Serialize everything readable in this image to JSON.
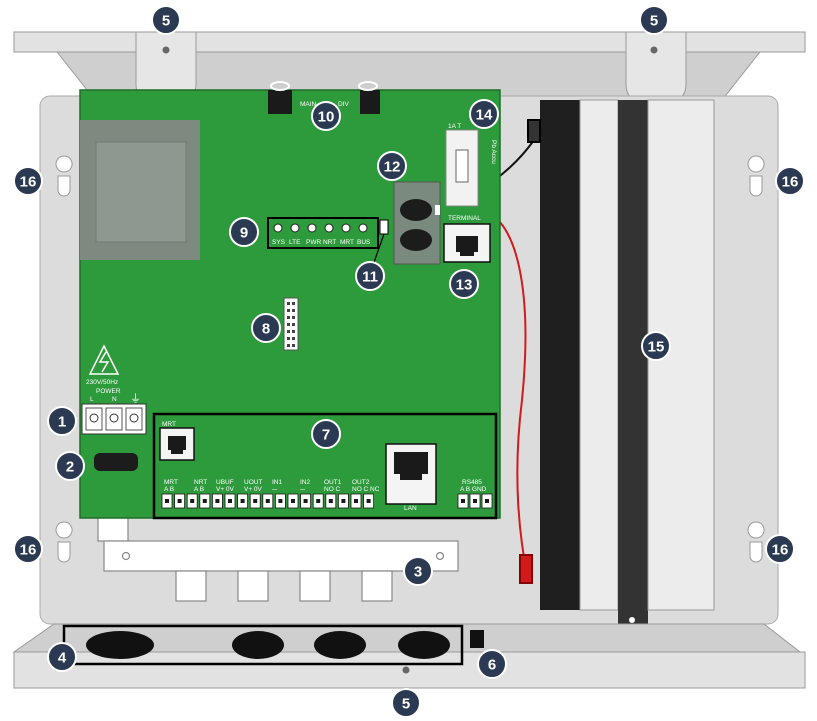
{
  "colors": {
    "pcb": "#2d9a3c",
    "enclosure": "#dcdcdc",
    "callout": "#2b3a52",
    "battery_dark": "#1f1f1f",
    "battery_light": "#ececec",
    "wire_red": "#d11a1a"
  },
  "board": {
    "power_warning_icon": "high-voltage-icon",
    "voltage_label": "230V/50Hz",
    "power_label": "POWER",
    "power_l": "L",
    "power_n": "N",
    "ground_icon": "ground-icon",
    "main_label": "MAIN",
    "div_label": "DIV",
    "fuse_label": "1A T",
    "accu_label": "Pb  Accu",
    "terminal_label": "TERMINAL",
    "mrt_label": "MRT",
    "lan_label": "LAN",
    "rs485_label": "RS485",
    "rs485_pins": "A  B  GND",
    "led_labels": [
      "SYS",
      "LTE",
      "PWR",
      "NRT",
      "MRT",
      "BUS"
    ],
    "io_groups": [
      {
        "name": "MRT",
        "pins": "A  B"
      },
      {
        "name": "NRT",
        "pins": "A  B"
      },
      {
        "name": "UBUF",
        "pins": "V+ 0V"
      },
      {
        "name": "UOUT",
        "pins": "V+ 0V"
      },
      {
        "name": "IN1",
        "pins": "⏤"
      },
      {
        "name": "IN2",
        "pins": "⏤"
      },
      {
        "name": "OUT1",
        "pins": "NO C"
      },
      {
        "name": "OUT2",
        "pins": "NO C NC"
      }
    ]
  },
  "callouts": [
    "1",
    "2",
    "3",
    "4",
    "5",
    "5",
    "5",
    "6",
    "7",
    "8",
    "9",
    "10",
    "11",
    "12",
    "13",
    "14",
    "15",
    "16",
    "16",
    "16",
    "16"
  ]
}
